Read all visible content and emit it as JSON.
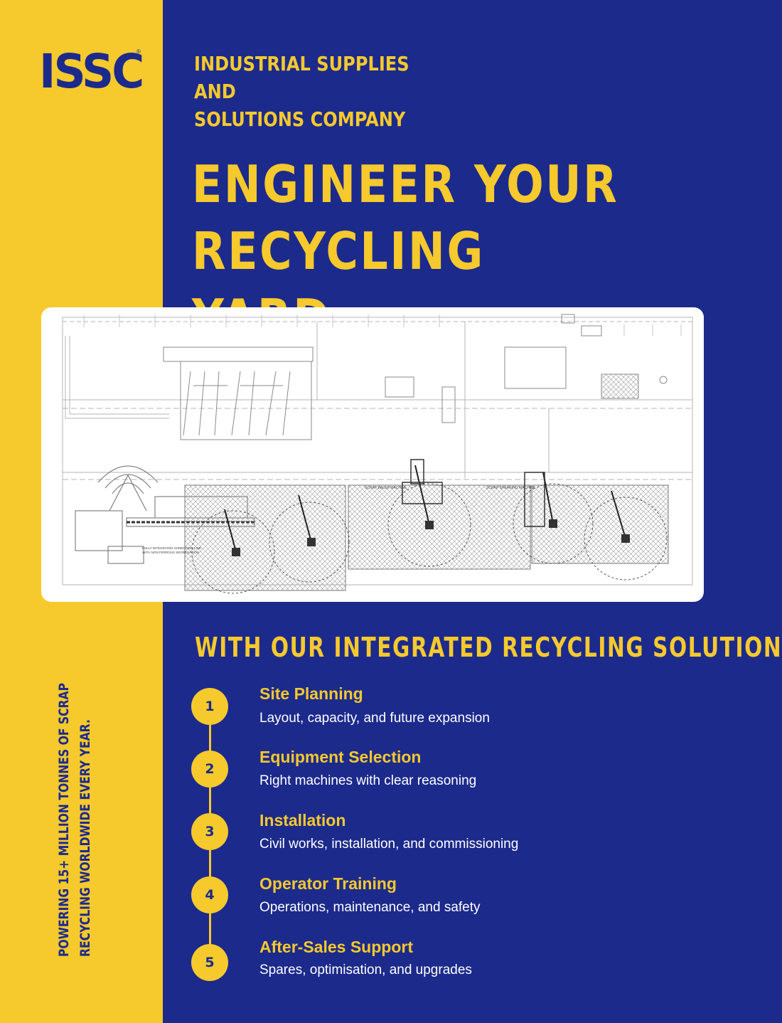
{
  "brand": {
    "logo_text": "ISSC",
    "registered_mark": "®",
    "company_line1": "INDUSTRIAL SUPPLIES AND",
    "company_line2": "SOLUTIONS COMPANY"
  },
  "hero": {
    "headline_line1": "ENGINEER YOUR",
    "headline_line2": "RECYCLING YARD"
  },
  "plan_labels": {
    "baler": "SCRAP BALER MACHINE",
    "shear": "SCRAP SHEARING MACHINE",
    "shredder_line1": "FULLY INTEGRATED SHREDDING LINE",
    "shredder_line2": "WITH NON FERROUS SEGREGATION"
  },
  "subheading": "WITH OUR INTEGRATED RECYCLING SOLUTION",
  "tagline": {
    "line1": "POWERING 15+ MILLION TONNES OF SCRAP",
    "line2": "RECYCLING WORLDWIDE EVERY YEAR."
  },
  "steps": [
    {
      "number": "1",
      "title": "Site Planning",
      "description": "Layout, capacity, and future expansion"
    },
    {
      "number": "2",
      "title": "Equipment Selection",
      "description": "Right machines with clear reasoning"
    },
    {
      "number": "3",
      "title": "Installation",
      "description": "Civil works, installation, and commissioning"
    },
    {
      "number": "4",
      "title": "Operator Training",
      "description": "Operations, maintenance, and safety"
    },
    {
      "number": "5",
      "title": "After-Sales Support",
      "description": "Spares, optimisation, and upgrades"
    }
  ],
  "colors": {
    "navy": "#1c2a8c",
    "yellow": "#f6c92d",
    "white": "#ffffff"
  }
}
